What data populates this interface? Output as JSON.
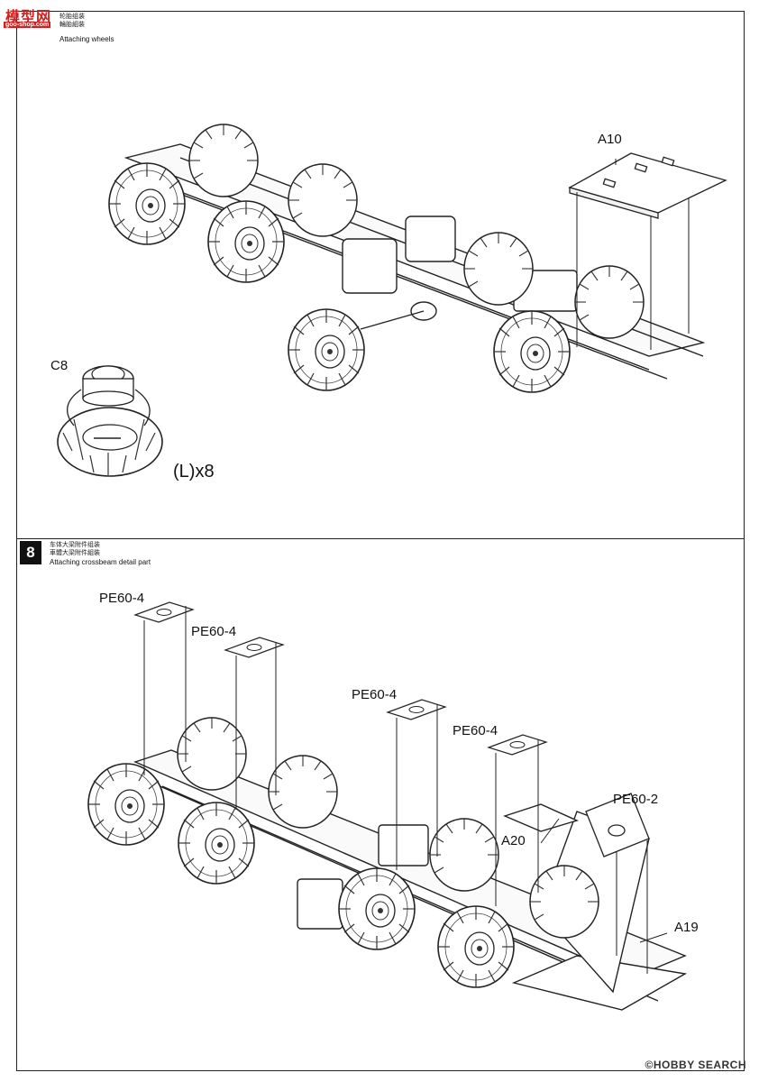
{
  "site_logo": {
    "text": "模型网",
    "sub": "goo-shop.com"
  },
  "step7": {
    "cn_line1": "轮胎组装",
    "cn_line2": "輪胎組裝",
    "title": "Attaching wheels",
    "callouts": {
      "a10": "A10",
      "c8": "C8",
      "mult": "(L)x8"
    }
  },
  "step8": {
    "number": "8",
    "cn_line1": "车体大梁附件组装",
    "cn_line2": "車體大梁附件組裝",
    "title": "Attaching crossbeam detail part",
    "callouts": {
      "pe1": "PE60-4",
      "pe2": "PE60-4",
      "pe3": "PE60-4",
      "pe4": "PE60-4",
      "pe5": "PE60-2",
      "a20": "A20",
      "a19": "A19"
    }
  },
  "footer": {
    "watermark": "©HOBBY SEARCH"
  }
}
